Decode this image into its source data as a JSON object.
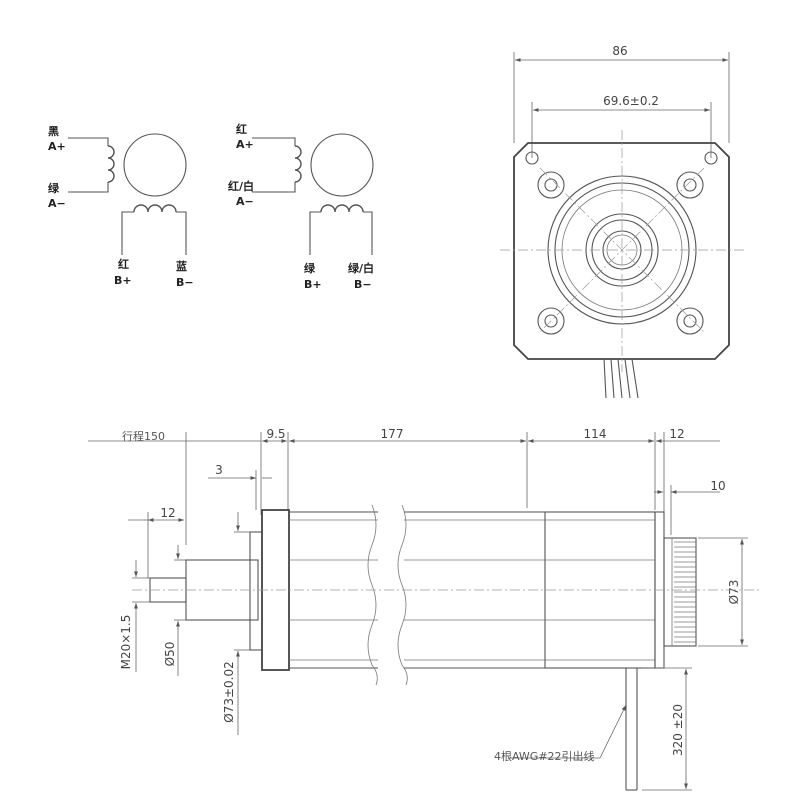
{
  "wiring": {
    "left": {
      "a_plus_color": "黑",
      "a_plus": "A+",
      "a_minus_color": "绿",
      "a_minus": "A−",
      "b_plus_color": "红",
      "b_plus": "B+",
      "b_minus_color": "蓝",
      "b_minus": "B−"
    },
    "right": {
      "a_plus_color": "红",
      "a_plus": "A+",
      "a_minus_color": "红/白",
      "a_minus": "A−",
      "b_plus_color": "绿",
      "b_plus": "B+",
      "b_minus_color": "绿/白",
      "b_minus": "B−"
    }
  },
  "front_view": {
    "width_dim": "86",
    "hole_spacing_dim": "69.6±0.2"
  },
  "side_view": {
    "stroke_label": "行程150",
    "dim_flange": "9.5",
    "dim_body": "177",
    "dim_rear": "114",
    "dim_12_right": "12",
    "dim_10": "10",
    "dim_3": "3",
    "dim_12_left": "12",
    "dim_73_right": "Ø73",
    "thread": "M20×1.5",
    "dia_50": "Ø50",
    "dia_73_pilot": "Ø73±0.02",
    "lead_length": "320 ±20",
    "lead_note": "4根AWG#22引出线"
  },
  "colors": {
    "line": "#555555",
    "text": "#444444",
    "background": "#ffffff"
  }
}
